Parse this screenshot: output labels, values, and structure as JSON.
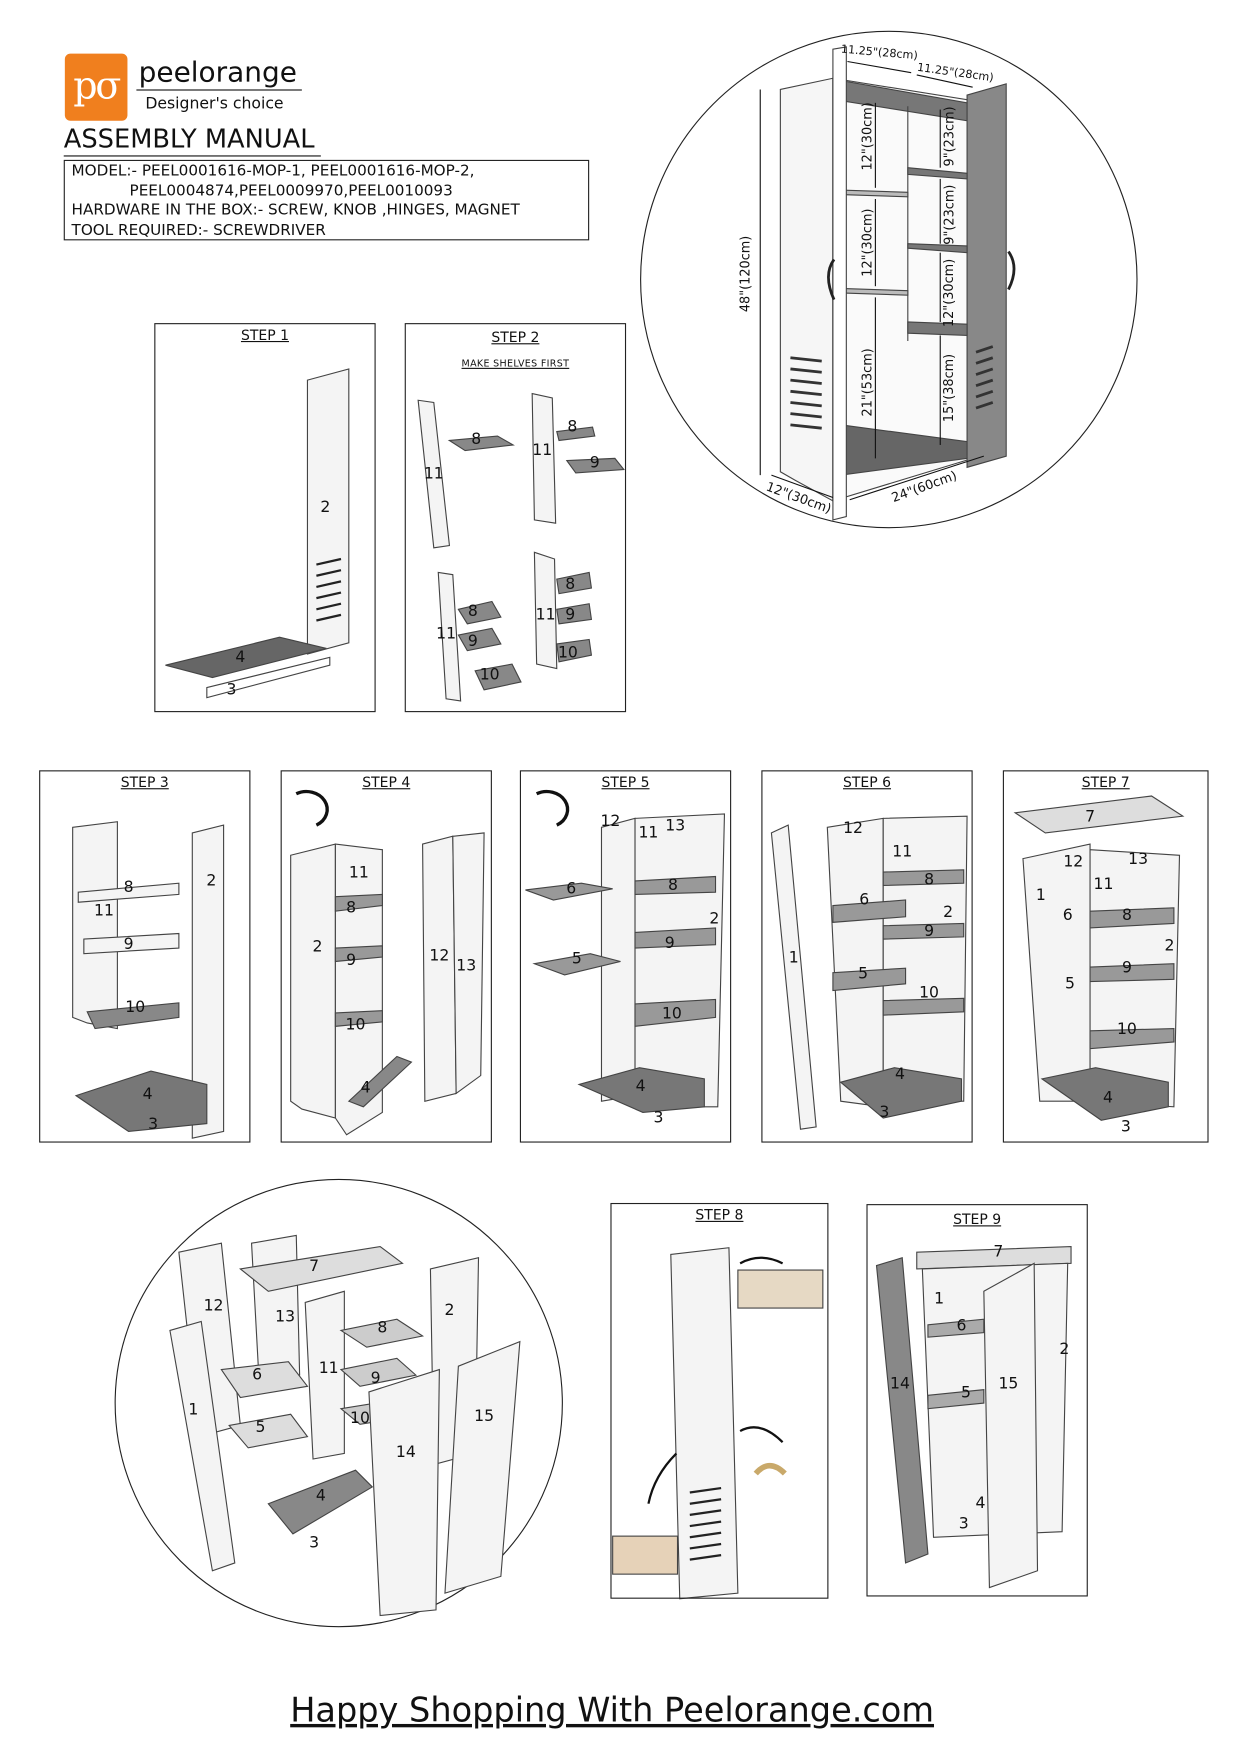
{
  "header": {
    "logo_text": "pσ",
    "brand": "peelorange",
    "tagline": "Designer's choice",
    "title": "ASSEMBLY MANUAL",
    "info_lines": [
      "MODEL:- PEEL0001616-MOP-1, PEEL0001616-MOP-2,",
      "            PEEL0004874,PEEL0009970,PEEL0010093",
      "HARDWARE IN THE BOX:- SCREW, KNOB ,HINGES, MAGNET",
      "TOOL REQUIRED:- SCREWDRIVER"
    ]
  },
  "dimensions": [
    "11.25\"(28cm)",
    "11.25\"(28cm)",
    "48\"(120cm)",
    "12\"(30cm)",
    "12\"(30cm)",
    "21\"(53cm)",
    "9\"(23cm)",
    "9\"(23cm)",
    "12\"(30cm)",
    "15\"(38cm)",
    "12\"(30cm)",
    "24\"(60cm)"
  ],
  "steps": [
    {
      "title": "STEP 1",
      "parts": [
        "2",
        "4",
        "3"
      ]
    },
    {
      "title": "STEP 2",
      "subtitle": "MAKE SHELVES FIRST",
      "parts": [
        "8",
        "11",
        "8",
        "11",
        "9",
        "8",
        "11",
        "9",
        "10",
        "8",
        "11",
        "9",
        "10"
      ]
    },
    {
      "title": "STEP 3",
      "parts": [
        "8",
        "11",
        "9",
        "10",
        "2",
        "4",
        "3"
      ]
    },
    {
      "title": "STEP 4",
      "parts": [
        "11",
        "8",
        "2",
        "9",
        "10",
        "4",
        "12",
        "13"
      ]
    },
    {
      "title": "STEP 5",
      "parts": [
        "12",
        "11",
        "13",
        "6",
        "8",
        "2",
        "9",
        "5",
        "10",
        "4",
        "3"
      ]
    },
    {
      "title": "STEP 6",
      "parts": [
        "12",
        "11",
        "8",
        "6",
        "2",
        "9",
        "1",
        "5",
        "10",
        "4",
        "3"
      ]
    },
    {
      "title": "STEP 7",
      "parts": [
        "7",
        "12",
        "13",
        "11",
        "1",
        "6",
        "8",
        "2",
        "5",
        "9",
        "10",
        "4",
        "3"
      ]
    },
    {
      "title": "STEP 8",
      "parts": []
    },
    {
      "title": "STEP 9",
      "parts": [
        "7",
        "1",
        "6",
        "2",
        "14",
        "5",
        "15",
        "4",
        "3"
      ]
    }
  ],
  "exploded_view": {
    "parts": [
      "7",
      "12",
      "13",
      "2",
      "8",
      "11",
      "9",
      "6",
      "1",
      "5",
      "10",
      "15",
      "14",
      "4",
      "3"
    ]
  },
  "footer": "Happy Shopping With Peelorange.com"
}
